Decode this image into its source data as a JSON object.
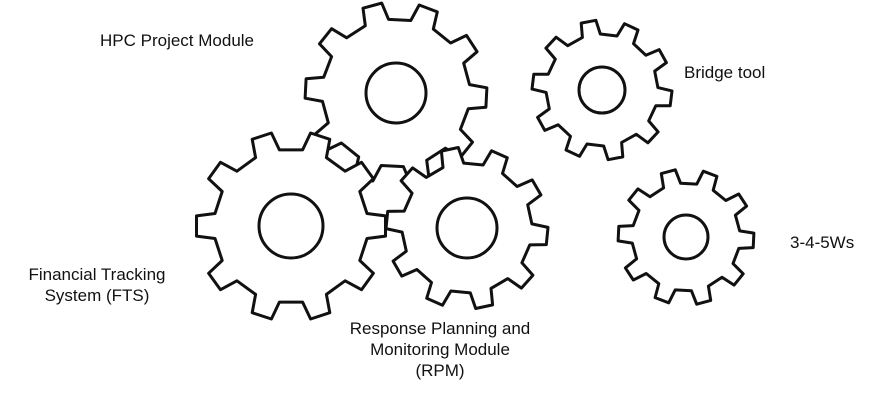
{
  "diagram": {
    "labels": {
      "hpc_project_module": "HPC Project Module",
      "bridge_tool": "Bridge tool",
      "three_four_five_ws": "3-4-5Ws",
      "fts_line1": "Financial Tracking",
      "fts_line2": "System (FTS)",
      "rpm_line1": "Response Planning and",
      "rpm_line2": "Monitoring Module",
      "rpm_line3": "(RPM)"
    },
    "gears": [
      {
        "name": "gear-hpc-project-module"
      },
      {
        "name": "gear-bridge-tool"
      },
      {
        "name": "gear-financial-tracking-system"
      },
      {
        "name": "gear-response-planning-monitoring"
      },
      {
        "name": "gear-3-4-5ws"
      }
    ],
    "colors": {
      "stroke": "#111111",
      "fill": "#ffffff",
      "text": "#111111"
    }
  }
}
